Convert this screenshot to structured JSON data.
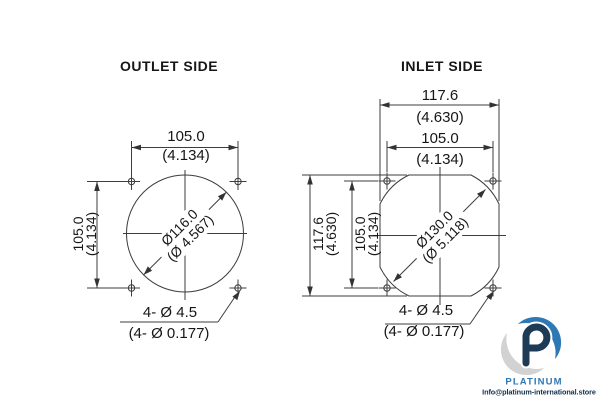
{
  "colors": {
    "background": "#ffffff",
    "line": "#3d3d3d",
    "text": "#161616",
    "logo_blue": "#2e78b5",
    "logo_navy": "#1d3a57",
    "logo_gray": "#d2d2d2"
  },
  "outlet": {
    "title": "OUTLET SIDE",
    "hole_spacing_h": {
      "mm": "105.0",
      "inch": "(4.134)"
    },
    "hole_spacing_v": {
      "mm": "105.0",
      "inch": "(4.134)"
    },
    "opening_diameter": {
      "mm": "Ø116.0",
      "inch": "(Ø 4.567)"
    },
    "mounting_holes": {
      "mm": "4- Ø 4.5",
      "inch": "(4- Ø 0.177)"
    }
  },
  "inlet": {
    "title": "INLET SIDE",
    "frame_width": {
      "mm": "117.6",
      "inch": "(4.630)"
    },
    "hole_spacing_h": {
      "mm": "105.0",
      "inch": "(4.134)"
    },
    "frame_height": {
      "mm": "117.6",
      "inch": "(4.630)"
    },
    "hole_spacing_v": {
      "mm": "105.0",
      "inch": "(4.134)"
    },
    "opening_diameter": {
      "mm": "Ø130.0",
      "inch": "(Ø 5.118)"
    },
    "mounting_holes": {
      "mm": "4- Ø 4.5",
      "inch": "(4- Ø 0.177)"
    }
  },
  "watermark": {
    "brand": "PLATINUM",
    "email": "Info@platinum-international.store"
  }
}
